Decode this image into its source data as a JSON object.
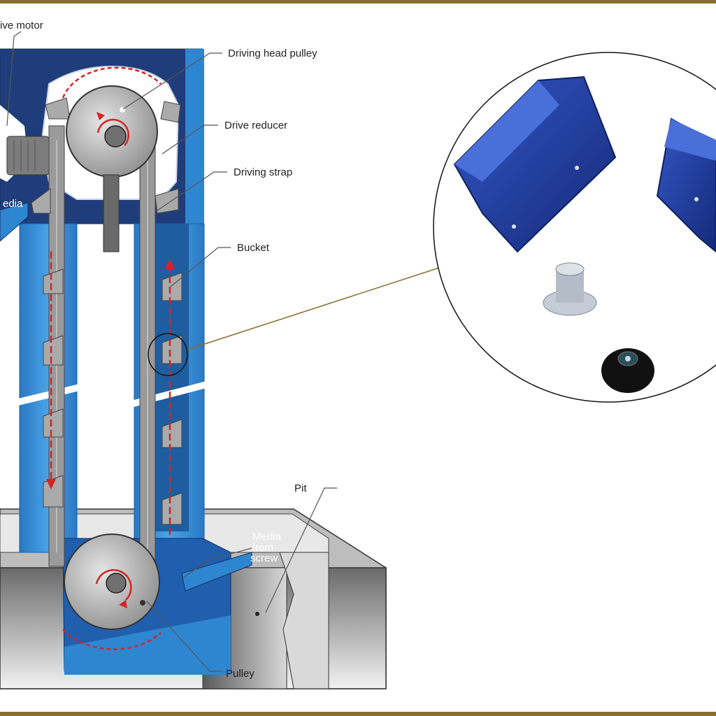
{
  "diagram": {
    "labels": {
      "drive_motor": "ive motor",
      "driving_head_pulley": "Driving head pulley",
      "drive_reducer": "Drive reducer",
      "driving_strap": "Driving strap",
      "bucket": "Bucket",
      "pit": "Pit",
      "media_from_screw_line1": "Media",
      "media_from_screw_line2": "from",
      "media_from_screw_line3": "screw",
      "pulley": "Pulley",
      "media_discharge": "edia"
    },
    "colors": {
      "frame_border": "#8a6c2e",
      "casing_blue": "#2f86d0",
      "casing_dark": "#1f3d7a",
      "strap_grey": "#9a9a9a",
      "flow_arrow_red": "#d42424",
      "bucket_blue": "#1f3a9e",
      "pit_grey": "#8e8e8e"
    },
    "icons": [
      "pulley-rotation-arrow",
      "upward-flow-arrow",
      "downward-flow-arrow",
      "magnifier-callout"
    ]
  }
}
